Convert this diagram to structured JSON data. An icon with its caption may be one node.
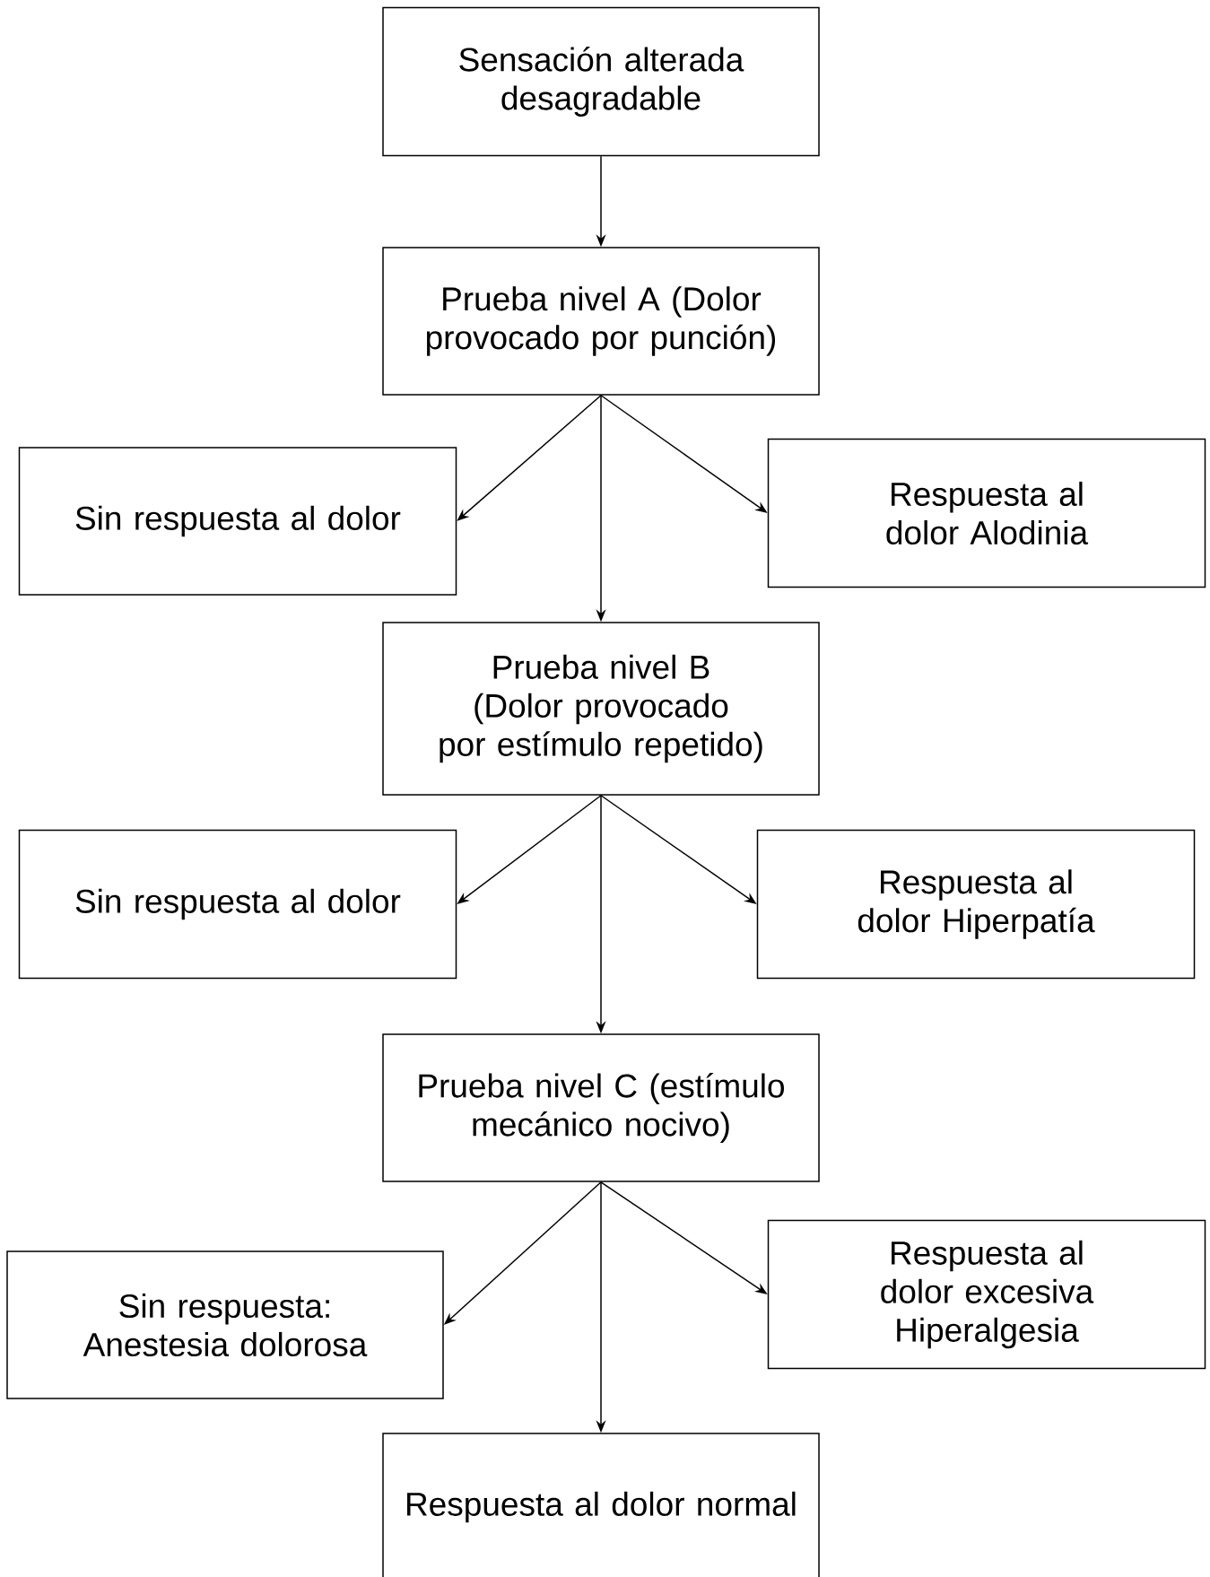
{
  "diagram": {
    "nodes": [
      {
        "text": [
          "Sensación alterada desagradable"
        ]
      },
      {
        "text": [
          "Prueba nivel A (Dolor provocado por punción)"
        ]
      },
      {
        "text": [
          "Sin respuesta al dolor"
        ]
      },
      {
        "text": [
          "Respuesta al dolor Alodinia"
        ]
      },
      {
        "text": [
          "Prueba nivel B (Dolor provocado por estímulo repetido)"
        ]
      },
      {
        "text": [
          "Sin respuesta al dolor"
        ]
      },
      {
        "text": [
          "Respuesta al dolor Hiperpatía"
        ]
      },
      {
        "text": [
          "Prueba nivel C (estímulo mecánico nocivo)"
        ]
      },
      {
        "text": [
          "Sin respuesta: Anestesia dolorosa"
        ]
      },
      {
        "text": [
          "Respuesta al dolor excesiva Hiperalgesia"
        ]
      },
      {
        "text": [
          "Respuesta al dolor normal"
        ]
      }
    ],
    "edges": [
      {
        "from": 0,
        "to": 1,
        "arrow": "to"
      },
      {
        "from": 1,
        "to": 2,
        "arrow": "to"
      },
      {
        "from": 1,
        "to": 3,
        "arrow": "to"
      },
      {
        "from": 1,
        "to": 4,
        "arrow": "to"
      },
      {
        "from": 4,
        "to": 5,
        "arrow": "to"
      },
      {
        "from": 4,
        "to": 6,
        "arrow": "to"
      },
      {
        "from": 4,
        "to": 7,
        "arrow": "to"
      },
      {
        "from": 7,
        "to": 8,
        "arrow": "to"
      },
      {
        "from": 7,
        "to": 9,
        "arrow": "to"
      },
      {
        "from": 7,
        "to": 10,
        "arrow": "to"
      }
    ]
  }
}
